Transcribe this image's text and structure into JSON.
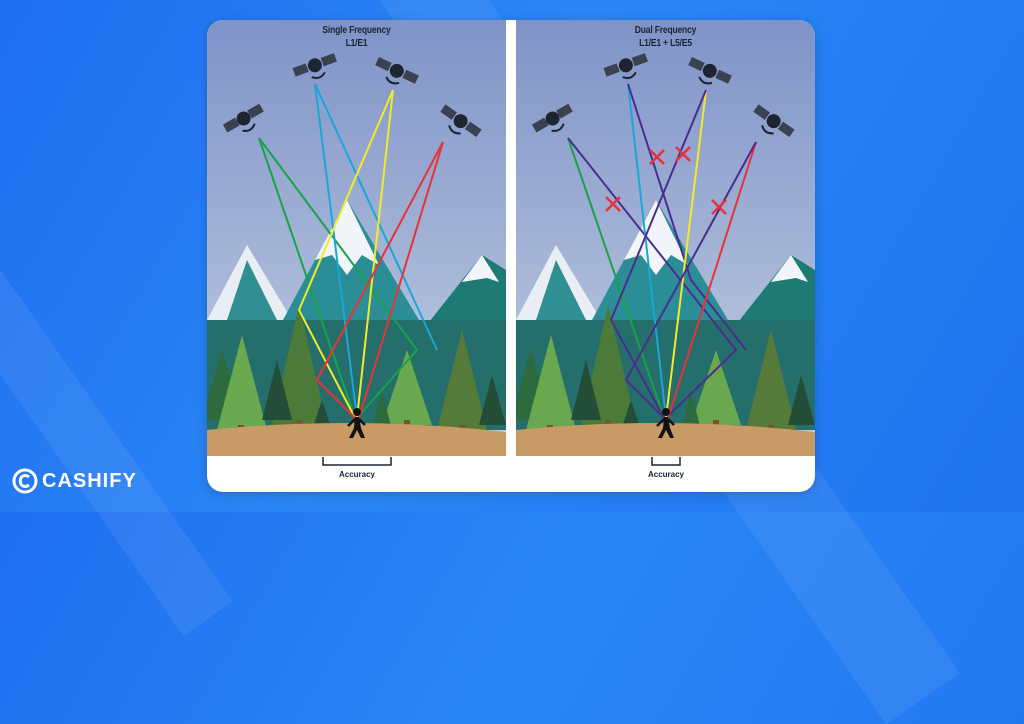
{
  "panels": [
    {
      "title_line1": "Single Frequency",
      "title_line2": "L1/E1",
      "accuracy_label": "Accuracy"
    },
    {
      "title_line1": "Dual Frequency",
      "title_line2": "L1/E1 + L5/E5",
      "accuracy_label": "Accuracy"
    }
  ],
  "brand": {
    "name": "CASHIFY"
  },
  "colors": {
    "background": "#1f74ef",
    "sky_top": "#7f93c8",
    "sky_bottom": "#b9c8dc",
    "ground": "#c89a66",
    "signal_green": "#17a34a",
    "signal_cyan": "#1aa7d8",
    "signal_yellow": "#f2ea2a",
    "signal_red": "#e8323a",
    "signal_purple": "#4a2d8f"
  },
  "icons": [
    "satellite-icon",
    "walking-person-icon",
    "x-mark-icon",
    "cashify-logo-icon"
  ]
}
